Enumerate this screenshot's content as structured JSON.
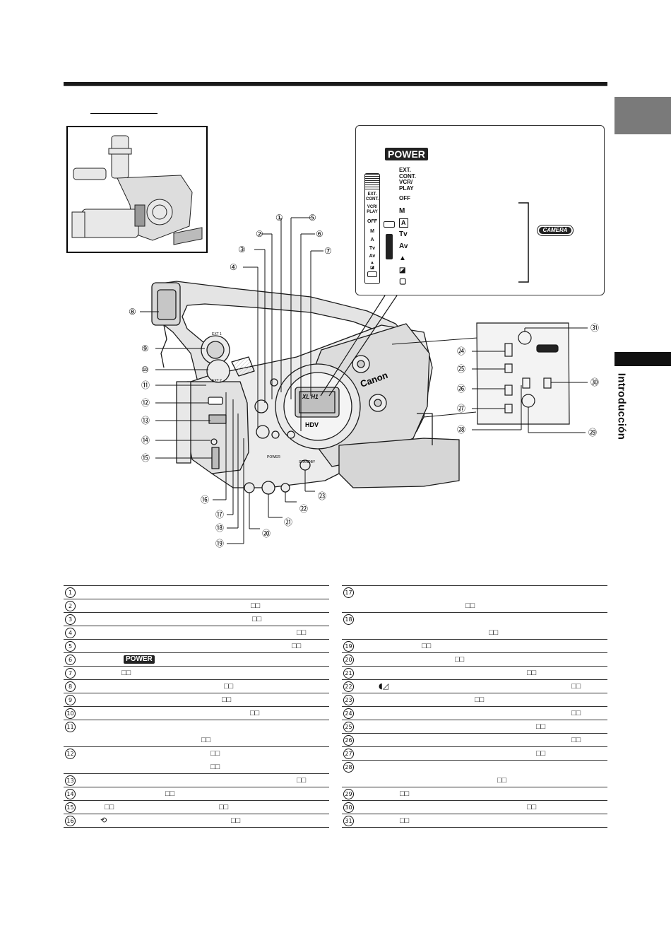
{
  "power_panel": {
    "dial_label": "POWER",
    "modes": [
      "EXT. CONT.",
      "VCR/ PLAY",
      "OFF",
      "M",
      "A",
      "Tv",
      "Av",
      "▲",
      "◪",
      "▢"
    ],
    "strip_labels": [
      "EXT. CONT.",
      "VCR/ PLAY",
      "OFF",
      "M",
      "A",
      "Tv",
      "Av"
    ],
    "camera_badge": "CAMERA"
  },
  "camera_labels": {
    "brand": "Canon",
    "model": "XL H1",
    "format": "HDV",
    "dial_label": "POWER",
    "standby": "STANDBY",
    "ext1": "EXT 1",
    "ext2": "EXT 2"
  },
  "sidebar": {
    "section_label": "Introducción"
  },
  "callouts": [
    "①",
    "②",
    "③",
    "④",
    "⑤",
    "⑥",
    "⑦",
    "⑧",
    "⑨",
    "⑩",
    "⑪",
    "⑫",
    "⑬",
    "⑭",
    "⑮",
    "⑯",
    "⑰",
    "⑱",
    "⑲",
    "⑳",
    "㉑",
    "㉒",
    "㉓",
    "㉔",
    "㉕",
    "㉖",
    "㉗",
    "㉘",
    "㉙",
    "㉚",
    "㉛"
  ],
  "book_icon": "□□",
  "parts_list": {
    "left": [
      {
        "num": "1",
        "text": "",
        "book_positions": []
      },
      {
        "num": "2",
        "text": "",
        "book_positions": [
          265
        ]
      },
      {
        "num": "3",
        "text": "",
        "book_positions": [
          267
        ]
      },
      {
        "num": "4",
        "text": "",
        "book_positions": [
          330
        ]
      },
      {
        "num": "5",
        "text": "",
        "book_positions": [
          323
        ]
      },
      {
        "num": "6",
        "text": "",
        "book_positions": [],
        "badge": "POWER"
      },
      {
        "num": "7",
        "text": "",
        "book_positions": [
          82
        ]
      },
      {
        "num": "8",
        "text": "",
        "book_positions": [
          227
        ]
      },
      {
        "num": "9",
        "text": "",
        "book_positions": [
          224
        ]
      },
      {
        "num": "10",
        "text": "",
        "book_positions": [
          264
        ]
      },
      {
        "num": "11",
        "text": "",
        "book_positions": [
          195
        ],
        "tall": true
      },
      {
        "num": "12",
        "text": "",
        "book_positions": [
          208,
          208
        ],
        "tall": true
      },
      {
        "num": "13",
        "text": "",
        "book_positions": [
          330
        ]
      },
      {
        "num": "14",
        "text": "",
        "book_positions": [
          144
        ]
      },
      {
        "num": "15",
        "text": "",
        "book_positions": [
          58,
          220
        ]
      },
      {
        "num": "16",
        "text": "",
        "book_positions": [
          237
        ],
        "icon": "⟲"
      }
    ],
    "right": [
      {
        "num": "17",
        "text": "",
        "book_positions": [
          175
        ],
        "tall": true
      },
      {
        "num": "18",
        "text": "",
        "book_positions": [
          208
        ],
        "tall": true
      },
      {
        "num": "19",
        "text": "",
        "book_positions": [
          113
        ]
      },
      {
        "num": "20",
        "text": "",
        "book_positions": [
          160
        ]
      },
      {
        "num": "21",
        "text": "",
        "book_positions": [
          262
        ]
      },
      {
        "num": "22",
        "text": "",
        "book_positions": [
          325
        ],
        "icon": "◖◿"
      },
      {
        "num": "23",
        "text": "",
        "book_positions": [
          188
        ]
      },
      {
        "num": "24",
        "text": "",
        "book_positions": [
          325
        ]
      },
      {
        "num": "25",
        "text": "",
        "book_positions": [
          275
        ]
      },
      {
        "num": "26",
        "text": "",
        "book_positions": [
          325
        ]
      },
      {
        "num": "27",
        "text": "",
        "book_positions": [
          275
        ]
      },
      {
        "num": "28",
        "text": "",
        "book_positions": [
          220
        ],
        "tall": true
      },
      {
        "num": "29",
        "text": "",
        "book_positions": [
          82
        ]
      },
      {
        "num": "30",
        "text": "",
        "book_positions": [
          262
        ]
      },
      {
        "num": "31",
        "text": "",
        "book_positions": [
          82
        ]
      }
    ]
  }
}
